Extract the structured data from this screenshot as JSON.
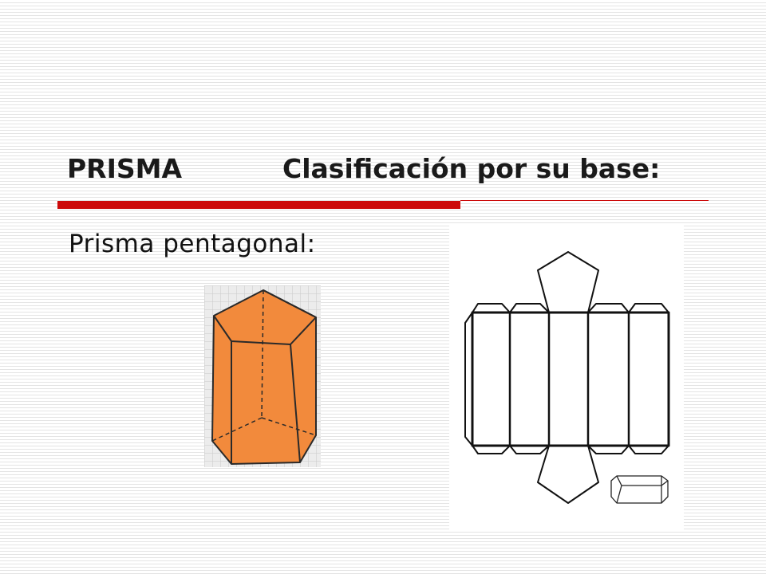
{
  "slide": {
    "title_left": "PRISMA",
    "title_right": "Clasificación por su base:",
    "subtitle": "Prisma pentagonal:"
  },
  "colors": {
    "accent_red": "#cc0a0a",
    "prism_fill": "#f28a3c",
    "prism_stroke": "#2a2a2a"
  },
  "figures": {
    "solid_icon": "pentagonal-prism-icon",
    "net_icon": "pentagonal-prism-net-icon"
  }
}
